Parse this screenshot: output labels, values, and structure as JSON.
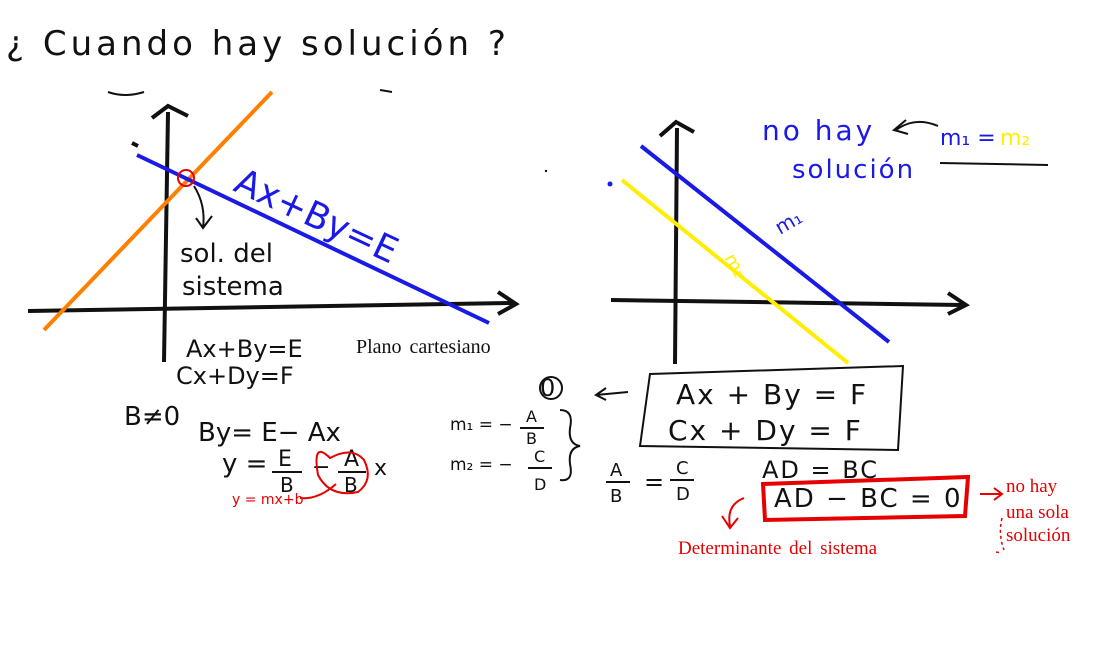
{
  "title": "¿ Cuando hay solución ?",
  "left_graph": {
    "line_equation": "Ax+By=E",
    "intersection_label_1": "sol. del",
    "intersection_label_2": "sistema",
    "caption": "Plano cartesiano",
    "system_line_1": "Ax+By=E",
    "system_line_2": "Cx+Dy=F"
  },
  "right_graph": {
    "no_solution_1": "no hay",
    "no_solution_2": "solución",
    "slope_m1": "m₁",
    "slope_eq_left": "m₁ =",
    "slope_eq_right": "m₂",
    "slope_m2_label": "m₂"
  },
  "derivation": {
    "b_not_zero": "B≠0",
    "step_1": "By= E− Ax",
    "step_2_y": "y =",
    "step_2_e": "E",
    "step_2_b": "B",
    "step_2_minus": "−",
    "step_2_a": "A",
    "step_2_b2": "B",
    "step_2_x": "x",
    "slope_form": "y = mx+b",
    "m1_label": "m₁ = −",
    "m1_num": "A",
    "m1_den": "B",
    "m2_label": "m₂ = −",
    "m2_num": "C",
    "m2_den": "D"
  },
  "system_box": {
    "marker": "0",
    "eq_1": "Ax + By = F",
    "eq_2": "Cx + Dy = F"
  },
  "ratio": {
    "a": "A",
    "b": "B",
    "equals": "=",
    "c": "C",
    "d": "D"
  },
  "determinant": {
    "equality": "AD = BC",
    "boxed": "AD − BC = 0",
    "caption": "Determinante del sistema",
    "note_1": "no hay",
    "note_2": "una sola",
    "note_3": "solución"
  },
  "colors": {
    "ink": "#111111",
    "blue": "#1a1ae6",
    "orange": "#ff8000",
    "yellow": "#ffee00",
    "red": "#e60000"
  }
}
